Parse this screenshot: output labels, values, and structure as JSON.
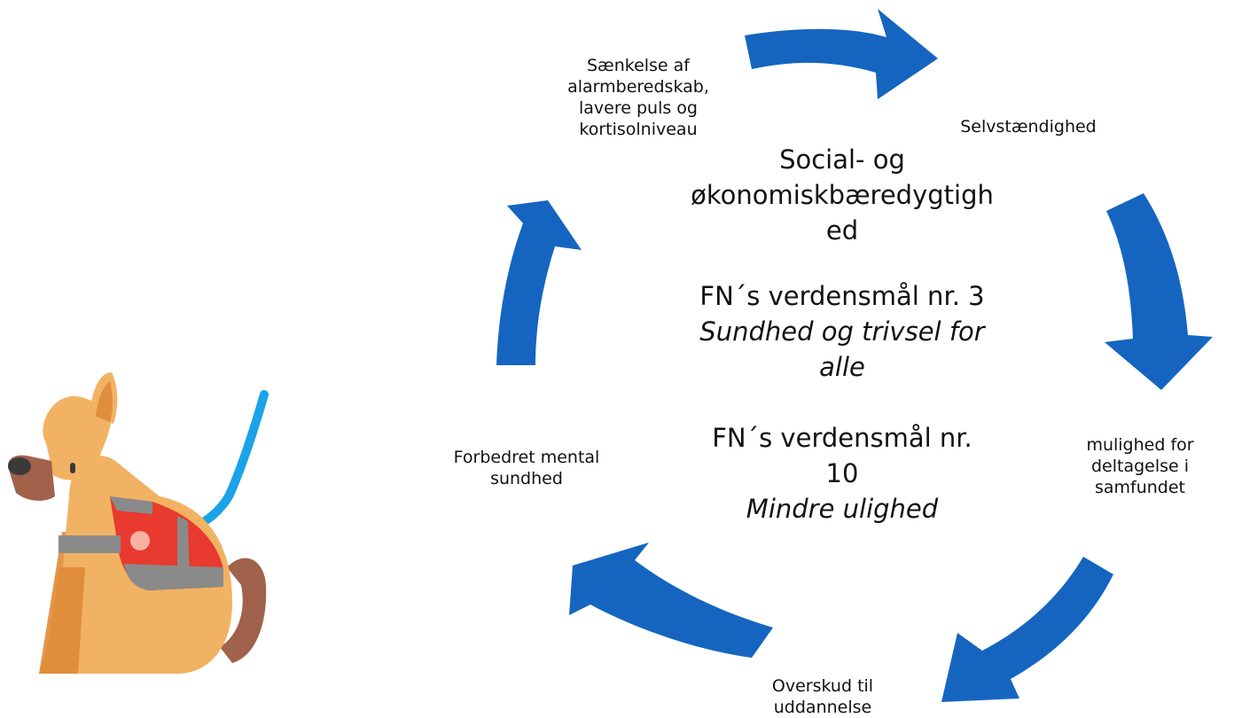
{
  "nodes": {
    "top_left": "Sænkelse af\nalarmberedskab,\nlavere puls og\nkortisolniveau",
    "top_right": "Selvstændighed",
    "right": "mulighed for\ndeltagelse i\nsamfundet",
    "bottom": "Overskud til\nuddannelse",
    "left": "Forbedret mental\nsundhed"
  },
  "center": {
    "heading": "Social- og\nøkonomiskbæredygtigh\ned",
    "goal3_title": "FN´s verdensmål nr. 3",
    "goal3_subtitle": "Sundhed og trivsel for\nalle",
    "goal10_title": "FN´s verdensmål nr.\n10",
    "goal10_subtitle": "Mindre ulighed"
  },
  "colors": {
    "arrow": "#1565C0",
    "leash": "#1AA3E8"
  },
  "icons": {
    "illustration": "service-dog-icon",
    "cycle": "cycle-arrow-icon"
  }
}
